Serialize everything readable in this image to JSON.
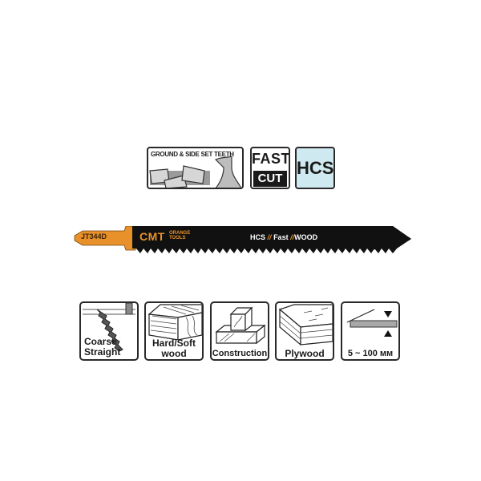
{
  "top_badges": {
    "teeth": {
      "label": "GROUND & SIDE SET TEETH"
    },
    "speed": {
      "line1": "FAST",
      "line2": "CUT"
    },
    "material": {
      "label": "HCS",
      "bg_color": "#cfe9f0"
    }
  },
  "blade": {
    "model_code": "JT344D",
    "brand": "CMT",
    "brand_sub_line1": "ORANGE",
    "brand_sub_line2": "TOOLS",
    "spec_parts": [
      "HCS",
      "Fast",
      "WOOD"
    ],
    "separator": "//",
    "shank_color": "#e8912a",
    "body_color": "#111111",
    "accent_color": "#e8912a"
  },
  "features": [
    {
      "id": "cut",
      "line1": "Coarse",
      "line2": "Straight"
    },
    {
      "id": "material",
      "line1": "Hard/Soft",
      "line2": "wood"
    },
    {
      "id": "construction",
      "line1": "Construction"
    },
    {
      "id": "plywood",
      "line1": "Plywood"
    },
    {
      "id": "thickness",
      "line1": "5 ~ 100 мм"
    }
  ]
}
